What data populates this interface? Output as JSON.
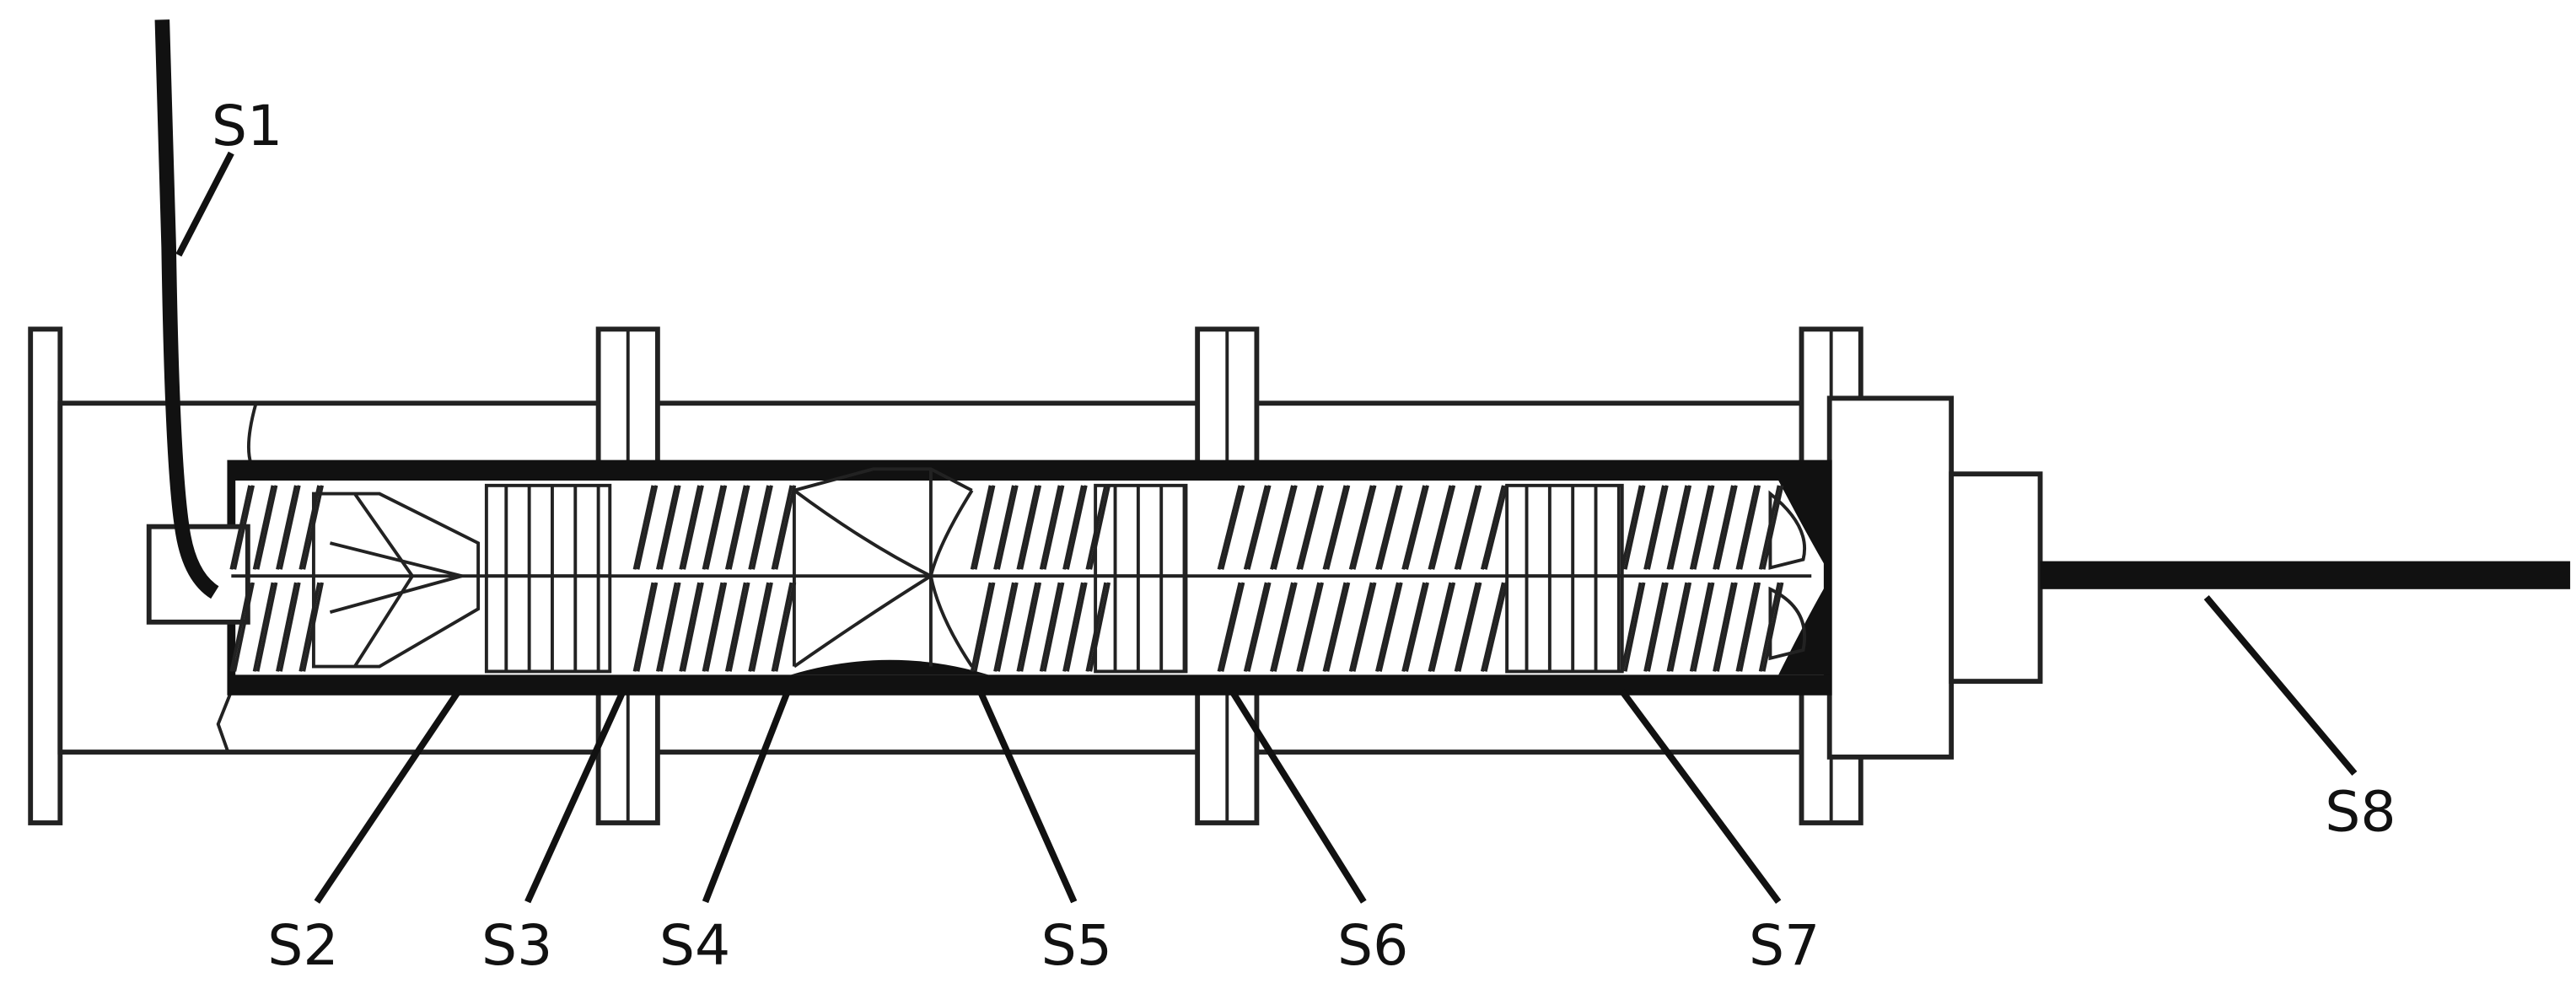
{
  "diagram": {
    "labels": {
      "s1": "S1",
      "s2": "S2",
      "s3": "S3",
      "s4": "S4",
      "s5": "S5",
      "s6": "S6",
      "s7": "S7",
      "s8": "S8"
    },
    "colors": {
      "line": "#222222",
      "fill": "#111111",
      "background": "#ffffff"
    }
  }
}
